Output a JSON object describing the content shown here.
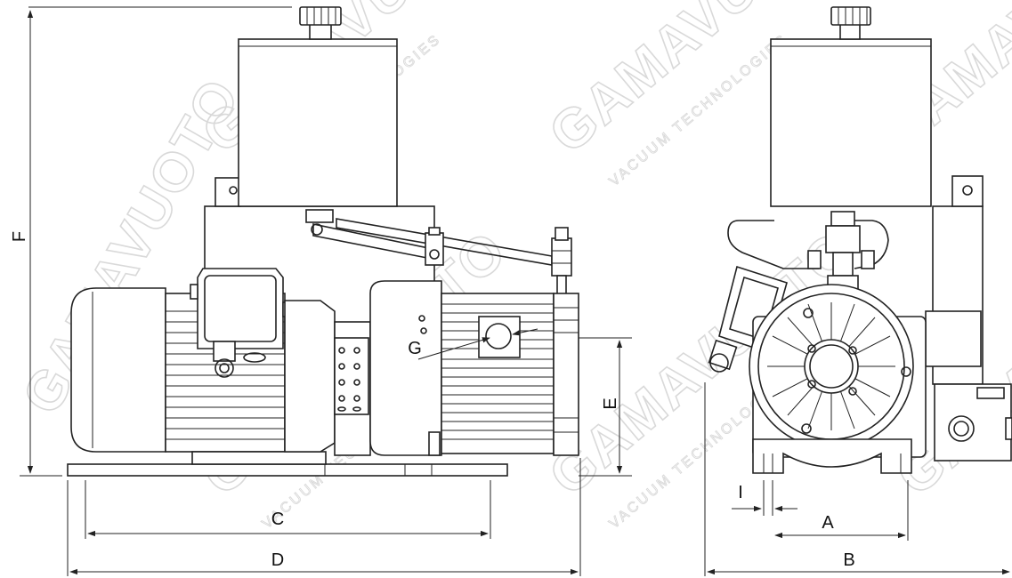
{
  "drawing": {
    "brand_watermark": "GAMAVUOTO",
    "brand_subtitle": "VACUUM TECHNOLOGIES",
    "dimension_labels": {
      "A": "A",
      "B": "B",
      "C": "C",
      "D": "D",
      "E": "E",
      "F": "F",
      "G": "G",
      "I": "I"
    }
  },
  "colors": {
    "line": "#222222",
    "background": "#ffffff",
    "watermark": "#d9d9d9"
  }
}
